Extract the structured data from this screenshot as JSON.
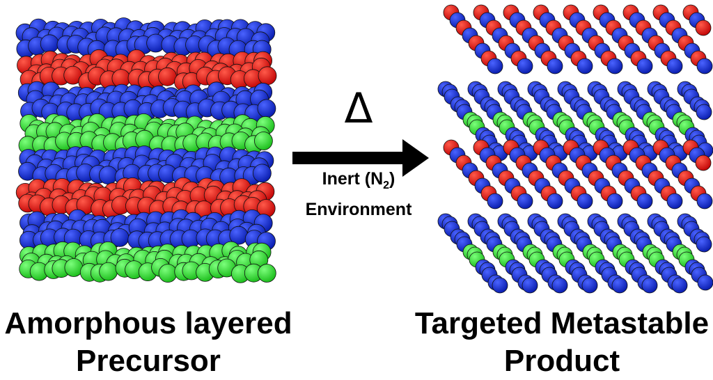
{
  "colors": {
    "blue": "#1530d8",
    "red": "#f01414",
    "green": "#35e035",
    "atom_outline": "#111111",
    "text": "#000000"
  },
  "precursor": {
    "label_line1": "Amorphous layered",
    "label_line2": "Precursor",
    "layer_sequence": [
      "blue",
      "red",
      "blue",
      "green",
      "blue",
      "red",
      "blue",
      "green"
    ]
  },
  "product": {
    "label_line1": "Targeted Metastable",
    "label_line2": "Product",
    "block_sequence": [
      "red-blue",
      "blue-green",
      "red-blue",
      "blue-green"
    ]
  },
  "process": {
    "delta_symbol": "Δ",
    "condition_prefix": "Inert (N",
    "condition_subscript": "2",
    "condition_suffix": ")",
    "condition_line2": "Environment"
  }
}
